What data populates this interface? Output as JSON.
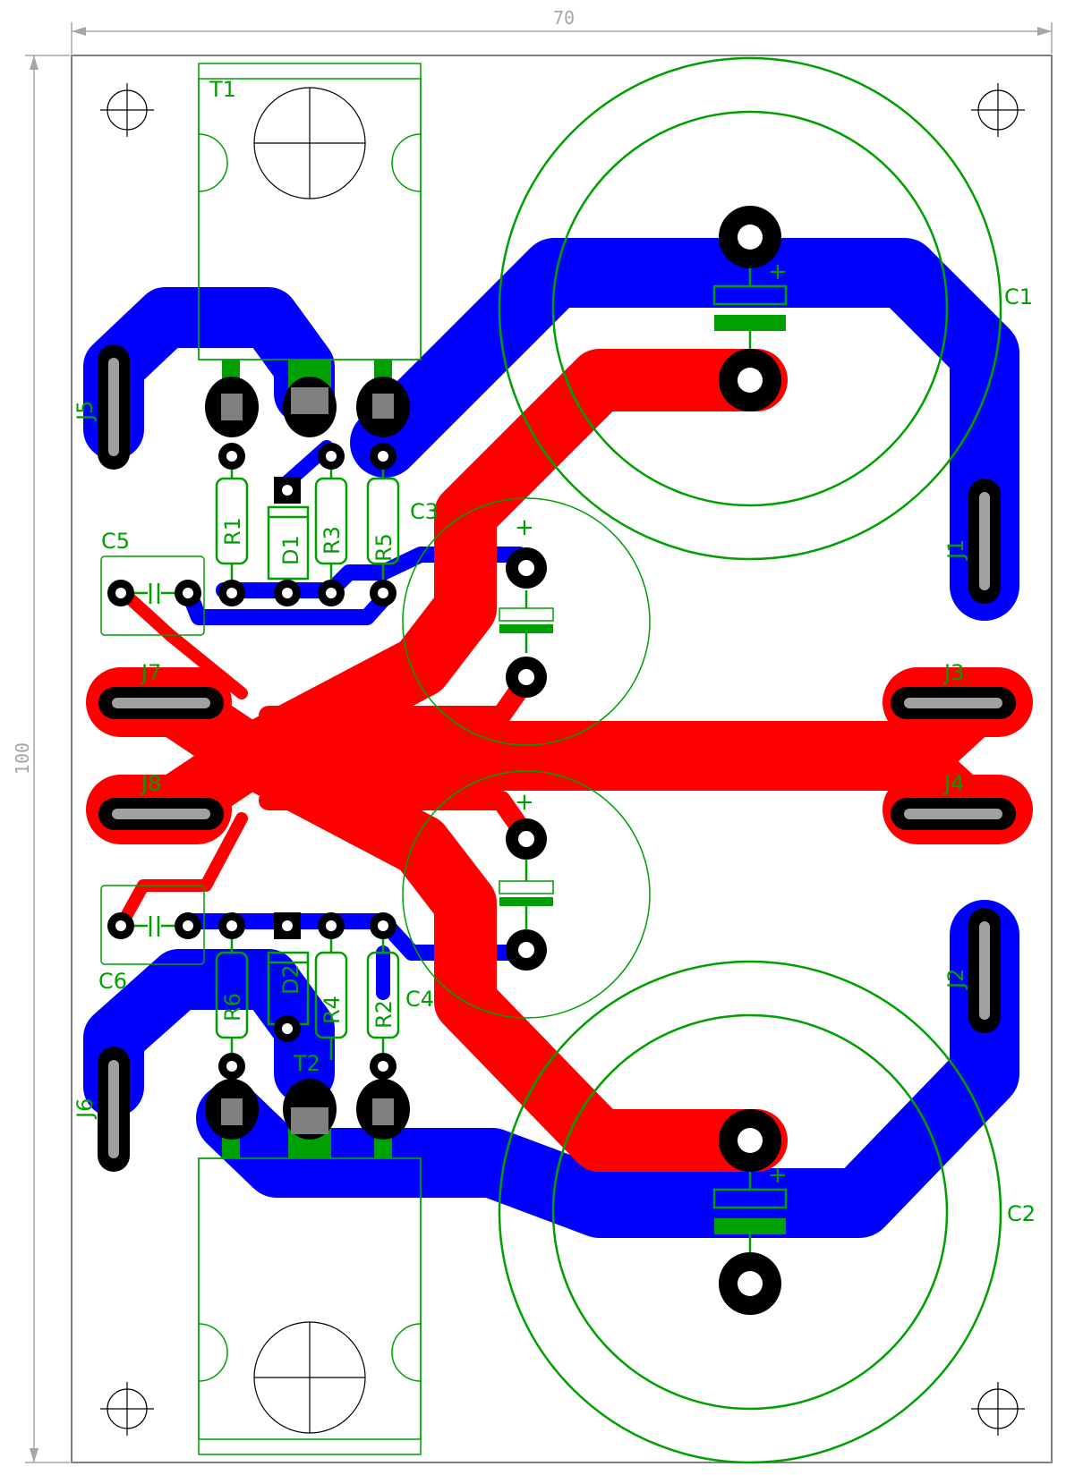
{
  "dimensions": {
    "width": "70",
    "height": "100"
  },
  "parts": {
    "T1": "T1",
    "T2": "T2",
    "C1": "C1",
    "C2": "C2",
    "C3": "C3",
    "C4": "C4",
    "C5": "C5",
    "C6": "C6",
    "R1": "R1",
    "R2": "R2",
    "R3": "R3",
    "R4": "R4",
    "R5": "R5",
    "R6": "R6",
    "D1": "D1",
    "D2": "D2",
    "J1": "J1",
    "J2": "J2",
    "J3": "J3",
    "J4": "J4",
    "J5": "J5",
    "J6": "J6",
    "J7": "J7",
    "J8": "J8"
  },
  "polarity": "+",
  "colors": {
    "top_copper": "#ff0000",
    "bottom_copper": "#0000ff",
    "silkscreen": "#00a000",
    "pad": "#000000",
    "outline": "#808080"
  }
}
